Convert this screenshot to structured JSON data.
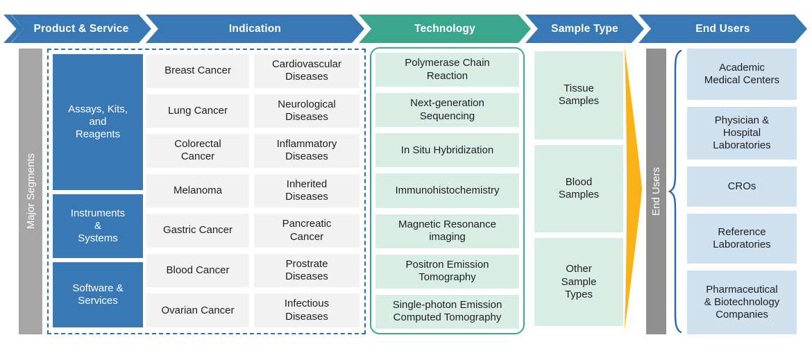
{
  "header": {
    "segments": [
      {
        "label": "Product & Service",
        "color": "#3878b5"
      },
      {
        "label": "Indication",
        "color": "#3878b5"
      },
      {
        "label": "Technology",
        "color": "#3aa78c"
      },
      {
        "label": "Sample Type",
        "color": "#3878b5"
      },
      {
        "label": "End Users",
        "color": "#3878b5"
      }
    ]
  },
  "left_rail": {
    "label": "Major Segments"
  },
  "product_service": {
    "items": [
      "Assays, Kits,\nand\nReagents",
      "Instruments\n&\nSystems",
      "Software &\nServices"
    ]
  },
  "indication": {
    "column1": [
      "Breast Cancer",
      "Lung Cancer",
      "Colorectal\nCancer",
      "Melanoma",
      "Gastric Cancer",
      "Blood Cancer",
      "Ovarian Cancer"
    ],
    "column2": [
      "Cardiovascular\nDiseases",
      "Neurological\nDiseases",
      "Inflammatory\nDiseases",
      "Inherited\nDiseases",
      "Pancreatic\nCancer",
      "Prostrate\nDiseases",
      "Infectious\nDiseases"
    ]
  },
  "technology": {
    "items": [
      "Polymerase Chain\nReaction",
      "Next-generation\nSequencing",
      "In Situ Hybridization",
      "Immunohistochemistry",
      "Magnetic Resonance\nimaging",
      "Positron Emission\nTomography",
      "Single-photon Emission\nComputed Tomography"
    ]
  },
  "sample_type": {
    "items": [
      "Tissue\nSamples",
      "Blood\nSamples",
      "Other\nSample\nTypes"
    ]
  },
  "right_rail": {
    "label": "End Users"
  },
  "end_users": {
    "items": [
      "Academic\nMedical Centers",
      "Physician &\nHospital\nLaboratories",
      "CROs",
      "Reference\nLaboratories",
      "Pharmaceutical\n& Biotechnology\nCompanies"
    ]
  },
  "colors": {
    "band_blue": "#3878b5",
    "band_teal": "#3aa78c",
    "rail_gray_light": "#a6a6a6",
    "rail_gray_dark": "#8f8f8f",
    "box_gray": "#f2f2f2",
    "box_mint": "#d8eee5",
    "box_light_blue": "#cfe0ef",
    "dashed_border_blue": "#2e6fae",
    "tech_border_teal": "#3aa78c",
    "flow_arrow_yellow": "#f9b316",
    "brace_blue": "#2565ae"
  }
}
